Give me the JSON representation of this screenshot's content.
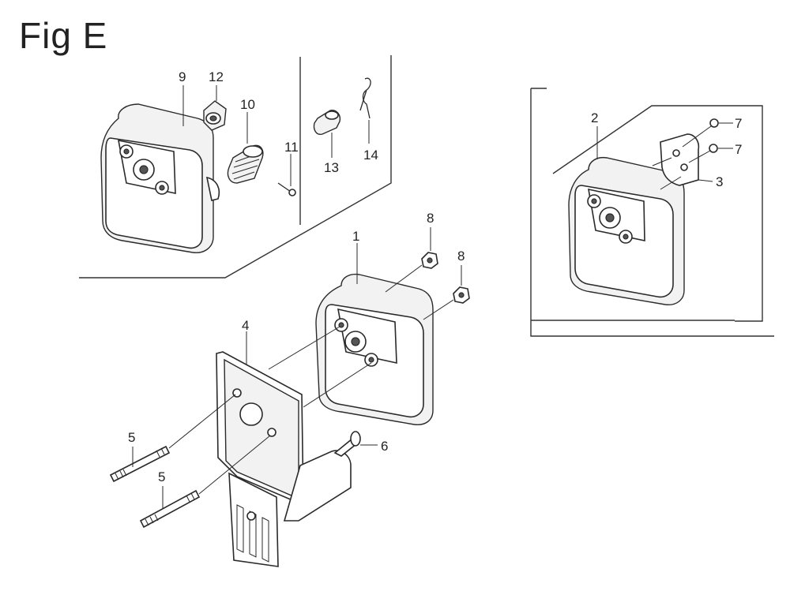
{
  "figure": {
    "title": "Fig E"
  },
  "callouts": {
    "c1": "1",
    "c2": "2",
    "c3": "3",
    "c4": "4",
    "c5a": "5",
    "c5b": "5",
    "c6": "6",
    "c7a": "7",
    "c7b": "7",
    "c8a": "8",
    "c8b": "8",
    "c9": "9",
    "c10": "10",
    "c11": "11",
    "c12": "12",
    "c13": "13",
    "c14": "14"
  }
}
